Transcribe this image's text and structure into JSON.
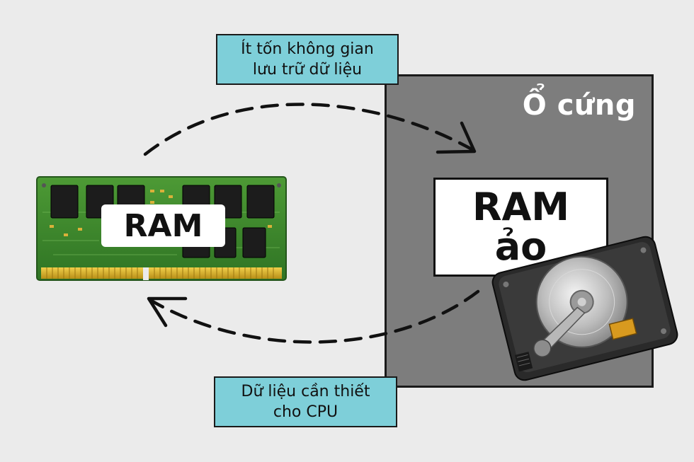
{
  "diagram": {
    "ram_label": "RAM",
    "hdd_title": "Ổ cứng",
    "virtual_ram_line1": "RAM",
    "virtual_ram_line2": "ảo",
    "callout_top_line1": "Ít tốn không gian",
    "callout_top_line2": "lưu trữ dữ liệu",
    "callout_bottom_line1": "Dữ liệu cần thiết",
    "callout_bottom_line2": "cho CPU"
  },
  "colors": {
    "background": "#ebebeb",
    "hdd_panel": "#7d7d7d",
    "callout": "#7ecfd9",
    "pcb_green": "#3e8a2c",
    "gold_pins": "#d8b22a"
  },
  "icons": [
    "ram-module-icon",
    "hard-drive-icon",
    "dashed-arrow-icon"
  ]
}
